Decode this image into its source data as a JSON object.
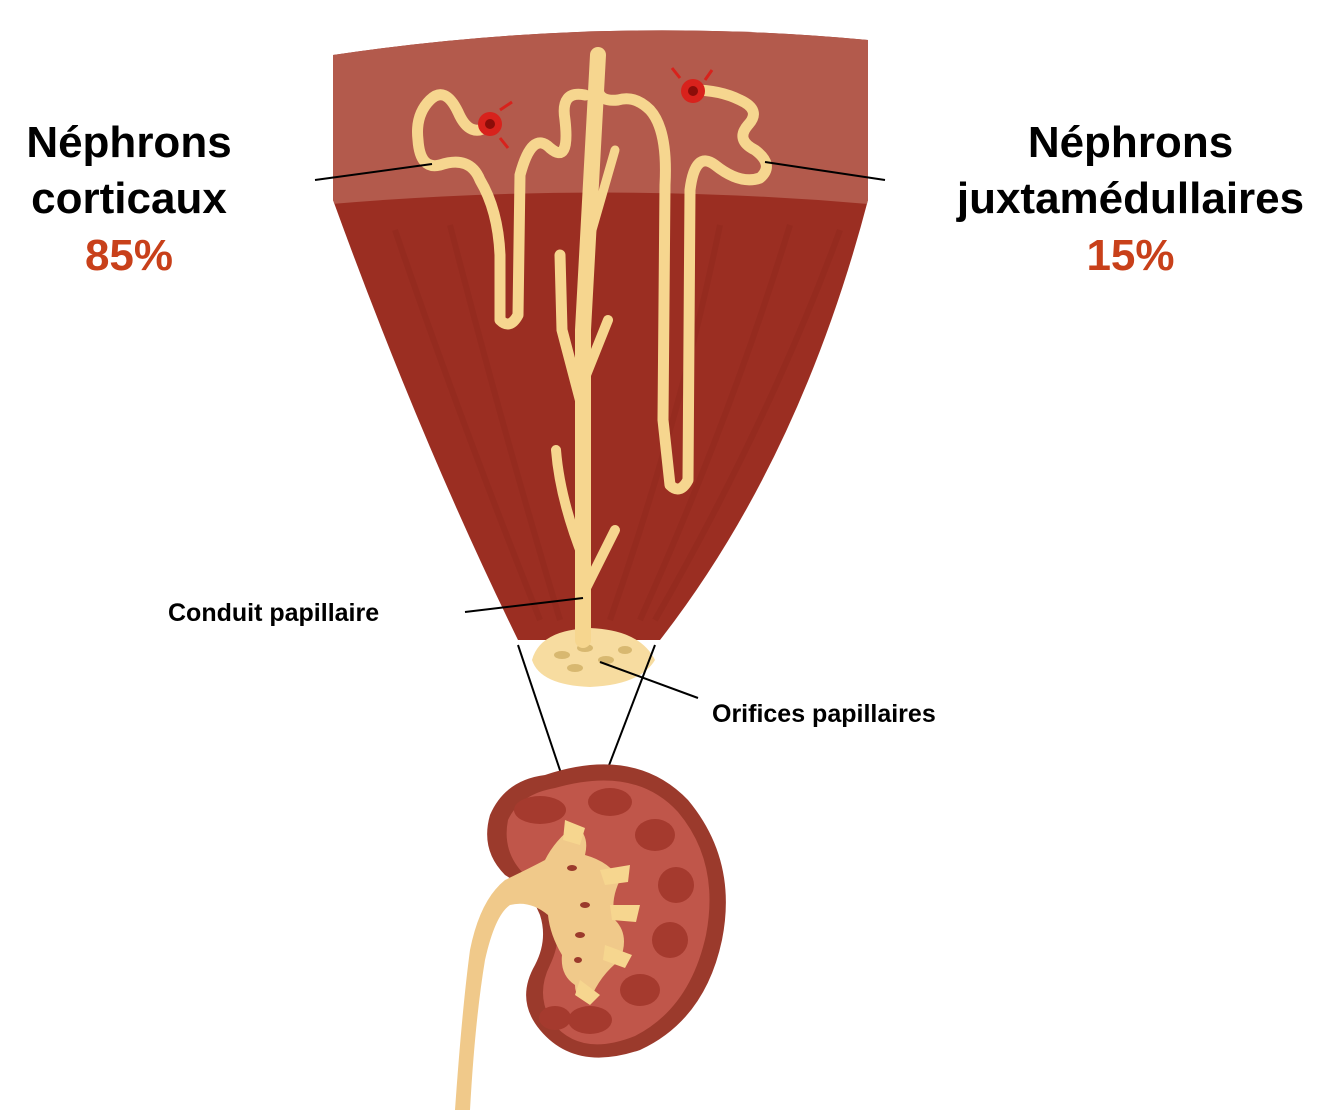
{
  "labels": {
    "cortical": {
      "name_line1": "Néphrons",
      "name_line2": "corticaux",
      "percent": "85%"
    },
    "juxtamedullary": {
      "name_line1": "Néphrons",
      "name_line2": "juxtamédullaires",
      "percent": "15%"
    },
    "papillary_duct": "Conduit papillaire",
    "papillary_orifices": "Orifices papillaires"
  },
  "colors": {
    "cortex": "#b35a4c",
    "medulla": "#9b2e22",
    "tubule": "#f6d68f",
    "glomerulus": "#d8221c",
    "percent_text": "#c8401a"
  }
}
